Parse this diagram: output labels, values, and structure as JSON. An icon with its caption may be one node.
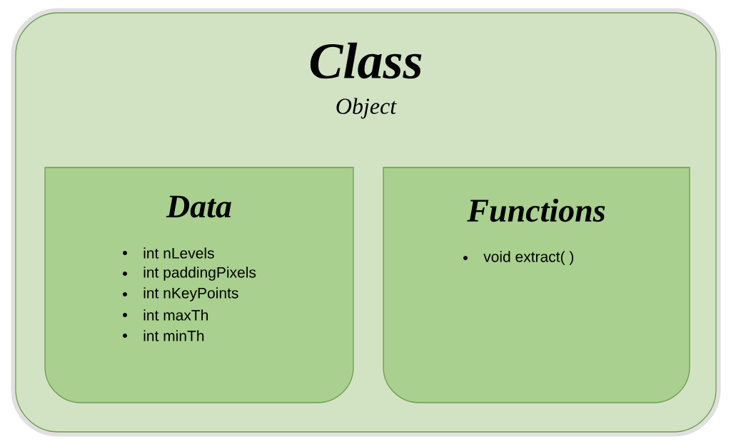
{
  "diagram": {
    "nodes": [
      {
        "text": [
          "Class",
          "Object"
        ]
      },
      {
        "text": [
          "Data",
          "int nLevels",
          "int paddingPixels",
          "int nKeyPoints",
          "int maxTh",
          "int minTh"
        ],
        "in": 0
      },
      {
        "text": [
          "Functions",
          "void extract( )"
        ],
        "in": 0
      }
    ]
  }
}
